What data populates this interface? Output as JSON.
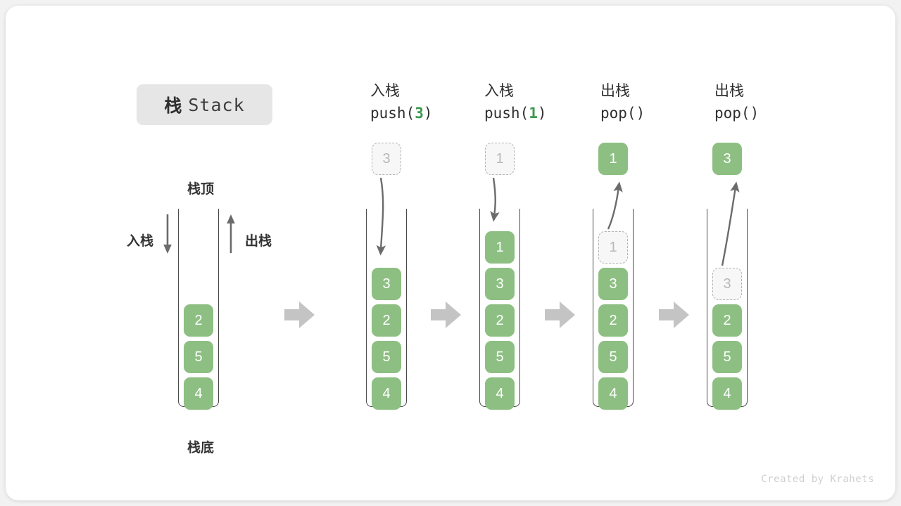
{
  "meta": {
    "watermark": "Created by Krahets",
    "accent_green": "#8dbf83",
    "accent_green_text": "#3c9a4e",
    "ghost_fill": "#f7f7f7",
    "ghost_border": "#b3b3b3",
    "badge_bg": "#e6e6e6",
    "line_color": "#4a4a4a",
    "block_arrow_color": "#c4c4c4"
  },
  "title": {
    "cn": "栈",
    "en": "Stack"
  },
  "legend": {
    "top_label": "栈顶",
    "bottom_label": "栈底",
    "push_label": "入栈",
    "pop_label": "出栈"
  },
  "columns": [
    {
      "id": "initial",
      "head_cn": "",
      "head_op_prefix": "",
      "head_op_num": "",
      "head_op_suffix": "",
      "floating": null,
      "stack": [
        "2",
        "5",
        "4"
      ],
      "ghost_index": -1
    },
    {
      "id": "push-3",
      "head_cn": "入栈",
      "head_op_prefix": "push(",
      "head_op_num": "3",
      "head_op_suffix": ")",
      "floating": {
        "value": "3",
        "style": "ghost",
        "direction": "down"
      },
      "stack": [
        "3",
        "2",
        "5",
        "4"
      ],
      "ghost_index": -1
    },
    {
      "id": "push-1",
      "head_cn": "入栈",
      "head_op_prefix": "push(",
      "head_op_num": "1",
      "head_op_suffix": ")",
      "floating": {
        "value": "1",
        "style": "ghost",
        "direction": "down"
      },
      "stack": [
        "1",
        "3",
        "2",
        "5",
        "4"
      ],
      "ghost_index": -1
    },
    {
      "id": "pop-1",
      "head_cn": "出栈",
      "head_op_prefix": "pop(",
      "head_op_num": "",
      "head_op_suffix": ")",
      "floating": {
        "value": "1",
        "style": "solid",
        "direction": "up"
      },
      "stack": [
        "1",
        "3",
        "2",
        "5",
        "4"
      ],
      "ghost_index": 0
    },
    {
      "id": "pop-3",
      "head_cn": "出栈",
      "head_op_prefix": "pop(",
      "head_op_num": "",
      "head_op_suffix": ")",
      "floating": {
        "value": "3",
        "style": "solid",
        "direction": "up"
      },
      "stack": [
        "3",
        "2",
        "5",
        "4"
      ],
      "ghost_index": 0
    }
  ]
}
